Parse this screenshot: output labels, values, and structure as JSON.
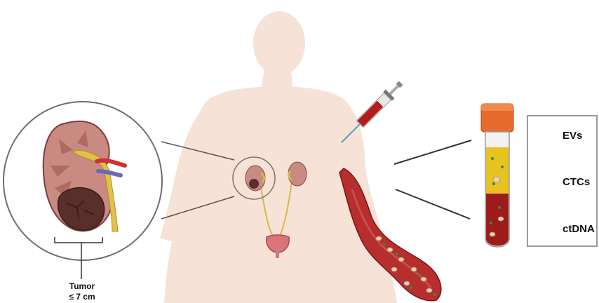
{
  "tumor": {
    "line1": "Tumor",
    "line2": "≤ 7 cm"
  },
  "legend": {
    "items": [
      {
        "label": "EVs",
        "icon": "green-dot-icon"
      },
      {
        "label": "CTCs",
        "icon": "tumor-cell-icon"
      },
      {
        "label": "ctDNA",
        "icon": "dna-strand-icon"
      }
    ]
  },
  "colors": {
    "body": "#f6e2d6",
    "kidney": "#c98a82",
    "tumor": "#5a2e2a",
    "blood": "#9e1b1b",
    "plasma": "#e8c21e",
    "cap": "#e66a2c",
    "ev_green": "#2f8f3a"
  }
}
